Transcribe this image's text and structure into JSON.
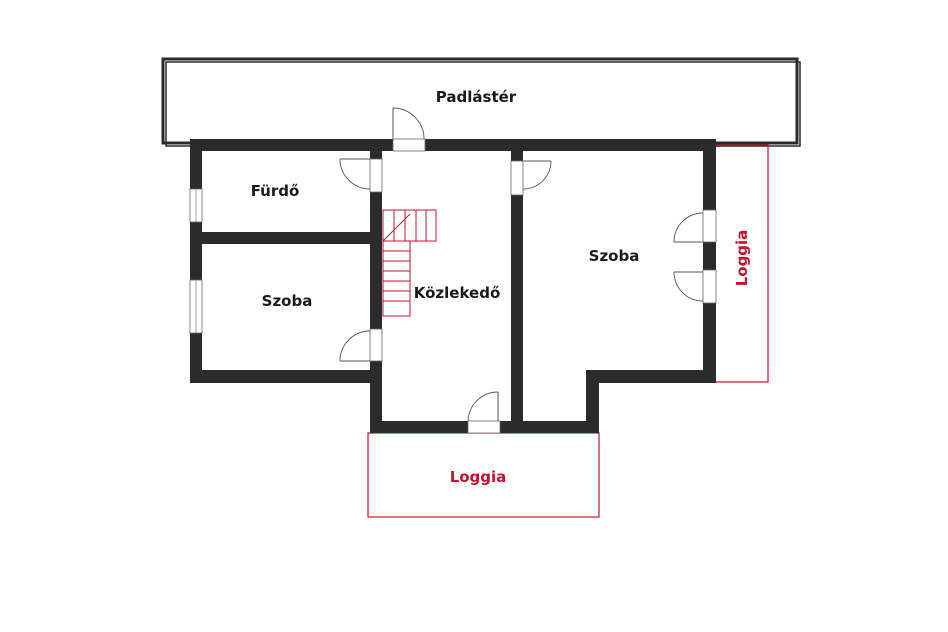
{
  "rooms": {
    "attic": "Padlástér",
    "bathroom": "Fürdő",
    "room_left": "Szoba",
    "hallway": "Közlekedő",
    "room_right": "Szoba",
    "loggia_right": "Loggia",
    "loggia_bottom": "Loggia"
  },
  "colors": {
    "wall": "#2b2b2b",
    "accent": "#c8102e",
    "background": "#ffffff"
  }
}
